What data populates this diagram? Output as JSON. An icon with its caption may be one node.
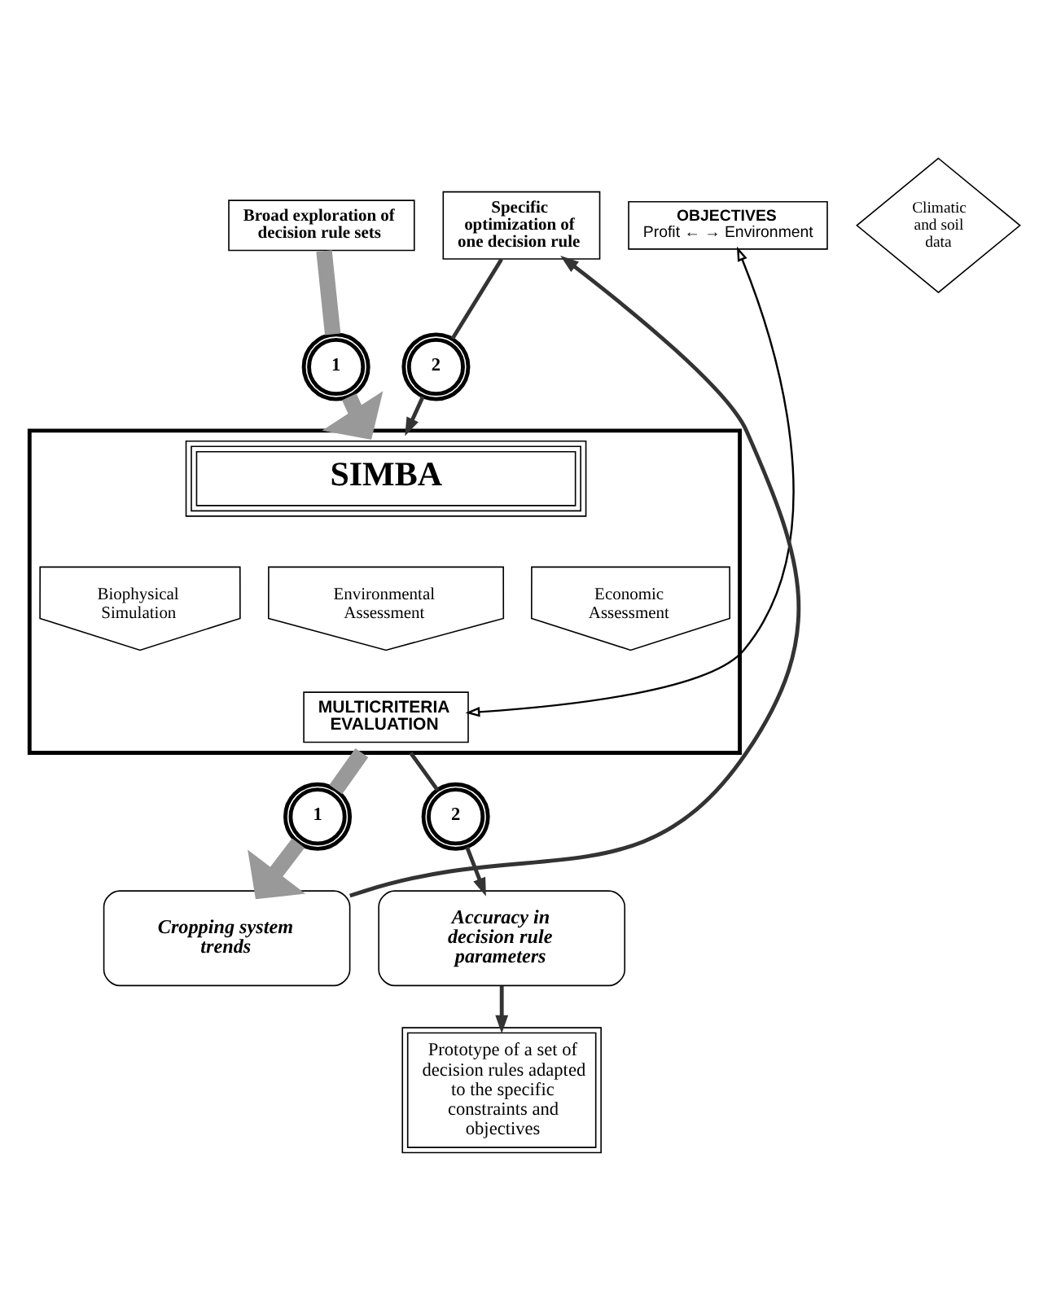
{
  "diagram": {
    "nodes": [
      {
        "text": [
          "Broad exploration of decision rule sets"
        ]
      },
      {
        "text": [
          "Specific optimization of one decision rule"
        ]
      },
      {
        "text": [
          "1"
        ]
      },
      {
        "text": [
          "2"
        ]
      },
      {
        "text": [],
        "shape": "box"
      },
      {
        "text": [
          "SIMBA"
        ],
        "in": 4
      },
      {
        "text": [
          "Biophysical Simulation"
        ],
        "in": 4
      },
      {
        "text": [
          "Environmental Assessment"
        ],
        "in": 4
      },
      {
        "text": [
          "Economic Assessment"
        ],
        "in": 4
      },
      {
        "text": [
          "MULTICRITERIA EVALUATION"
        ],
        "in": 4
      },
      {
        "text": [
          "Climatic and soil data"
        ]
      },
      {
        "text": [
          "OBJECTIVES",
          "Profit ← → Environment"
        ]
      },
      {
        "text": [
          "1"
        ]
      },
      {
        "text": [
          "2"
        ]
      },
      {
        "text": [
          "Cropping system trends"
        ]
      },
      {
        "text": [
          "Accuracy in decision rule parameters"
        ]
      },
      {
        "text": [
          "Prototype of a set of decision rules adapted to the specific constraints and objectives"
        ]
      }
    ],
    "edges": [
      {
        "from": 0,
        "to": 2,
        "arrow": "none",
        "style": "thick",
        "color": "#999999"
      },
      {
        "from": 2,
        "to": 4,
        "arrow": "to",
        "style": "thick",
        "color": "#999999"
      },
      {
        "from": 1,
        "to": 3,
        "arrow": "none"
      },
      {
        "from": 3,
        "to": 4,
        "arrow": "to"
      },
      {
        "from": 4,
        "to": 12,
        "arrow": "none",
        "style": "thick",
        "color": "#999999"
      },
      {
        "from": 12,
        "to": 14,
        "arrow": "to",
        "style": "thick",
        "color": "#999999"
      },
      {
        "from": 4,
        "to": 13,
        "arrow": "none"
      },
      {
        "from": 13,
        "to": 15,
        "arrow": "to"
      },
      {
        "from": 15,
        "to": 16,
        "arrow": "to"
      },
      {
        "from": 14,
        "to": 1,
        "arrow": "to"
      },
      {
        "from": 9,
        "to": 11,
        "arrow": "both"
      }
    ]
  }
}
